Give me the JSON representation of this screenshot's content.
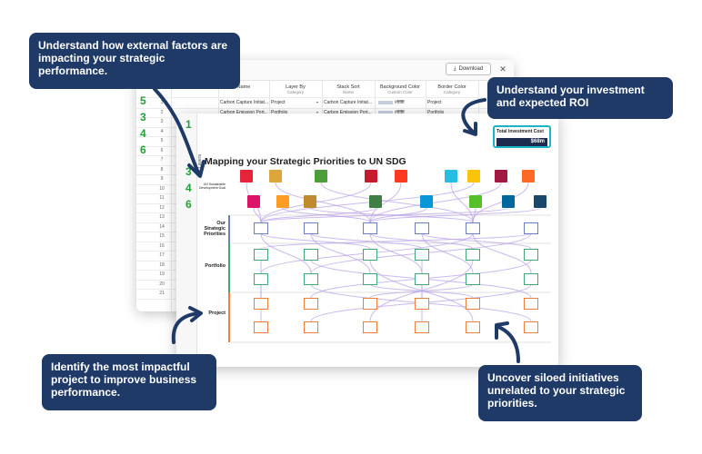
{
  "callouts": {
    "external": "Understand how external factors are impacting your strategic performance.",
    "investment": "Understand your investment and expected ROI",
    "impactful": "Identify the most impactful project to improve business performance.",
    "siloed": "Uncover siloed initiatives unrelated to your strategic priorities."
  },
  "spreadsheet": {
    "download_label": "Download",
    "close_label": "✕",
    "columns": [
      {
        "title": "External ID",
        "subtitle": ""
      },
      {
        "title": "Name",
        "subtitle": ""
      },
      {
        "title": "Layer By",
        "subtitle": "Category"
      },
      {
        "title": "Stack Sort",
        "subtitle": "Name"
      },
      {
        "title": "Background Color",
        "subtitle": "Custom Color"
      },
      {
        "title": "Border Color",
        "subtitle": "Category"
      }
    ],
    "rows": [
      {
        "num": "1",
        "name": "Carbon Capture Initiat...",
        "layer": "Project",
        "stack": "Carbon Capture Initiat...",
        "bg": "#ffffff",
        "border": "Project"
      },
      {
        "num": "2",
        "name": "Carbon Emission Port...",
        "layer": "Portfolio",
        "stack": "Carbon Emission Port...",
        "bg": "#ffffff",
        "border": "Portfolio"
      }
    ],
    "row_numbers": [
      "3",
      "4",
      "5",
      "6",
      "7",
      "8",
      "9",
      "10",
      "11",
      "12",
      "13",
      "14",
      "15",
      "16",
      "17",
      "18",
      "19",
      "20",
      "21"
    ]
  },
  "left_numbers": [
    "5",
    "3",
    "4",
    "6"
  ],
  "diagram": {
    "title": "Mapping your Strategic Priorities to UN SDG",
    "layers_label": "Layers",
    "lanes": [
      {
        "label": "UN Sustainable Development Goal"
      },
      {
        "label": "Our Strategic Priorities"
      },
      {
        "label": "Portfolio"
      },
      {
        "label": "Project"
      }
    ],
    "inner_numbers": [
      "1",
      "3",
      "4",
      "6"
    ]
  },
  "investment": {
    "title": "Total Investment Cost",
    "value": "$68m"
  },
  "colors": {
    "callout_bg": "#1f3a66",
    "accent_teal": "#1bb3c6",
    "number_green": "#22a03a",
    "strategic_node": "#6c7fbd",
    "portfolio_node": "#3fa874",
    "project_node": "#ef7d3c"
  }
}
